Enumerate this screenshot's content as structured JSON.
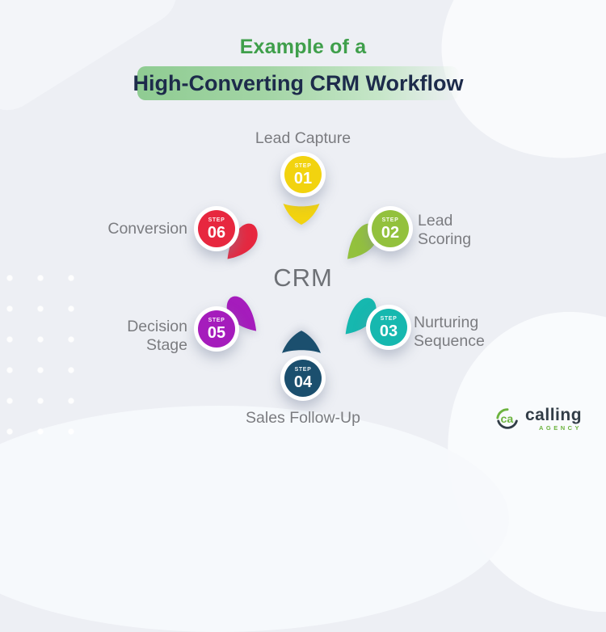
{
  "title": {
    "eyebrow": "Example of a",
    "headline": "High-Converting CRM Workflow"
  },
  "center_label": "CRM",
  "step_badge_label": "STEP",
  "steps": [
    {
      "number": "01",
      "title": "Lead Capture",
      "color": "#f2d30f"
    },
    {
      "number": "02",
      "title": "Lead Scoring",
      "color": "#93c13d"
    },
    {
      "number": "03",
      "title": "Nurturing Sequence",
      "color": "#16b8af"
    },
    {
      "number": "04",
      "title": "Sales Follow-Up",
      "color": "#1b4f6e"
    },
    {
      "number": "05",
      "title": "Decision Stage",
      "color": "#a51cbc"
    },
    {
      "number": "06",
      "title": "Conversion",
      "color": "#e7273f"
    }
  ],
  "logo": {
    "brand": "calling",
    "sub": "AGENCY",
    "monogram": "ca",
    "accent_color": "#6cb33f",
    "dark_color": "#323d47"
  },
  "colors": {
    "background": "#edeff4",
    "eyebrow_green": "#3f9f4b",
    "headline_navy": "#1d2b4b",
    "pill_green": "#9ad19c",
    "label_gray": "#7b7c80",
    "center_gray": "#6e7176"
  }
}
